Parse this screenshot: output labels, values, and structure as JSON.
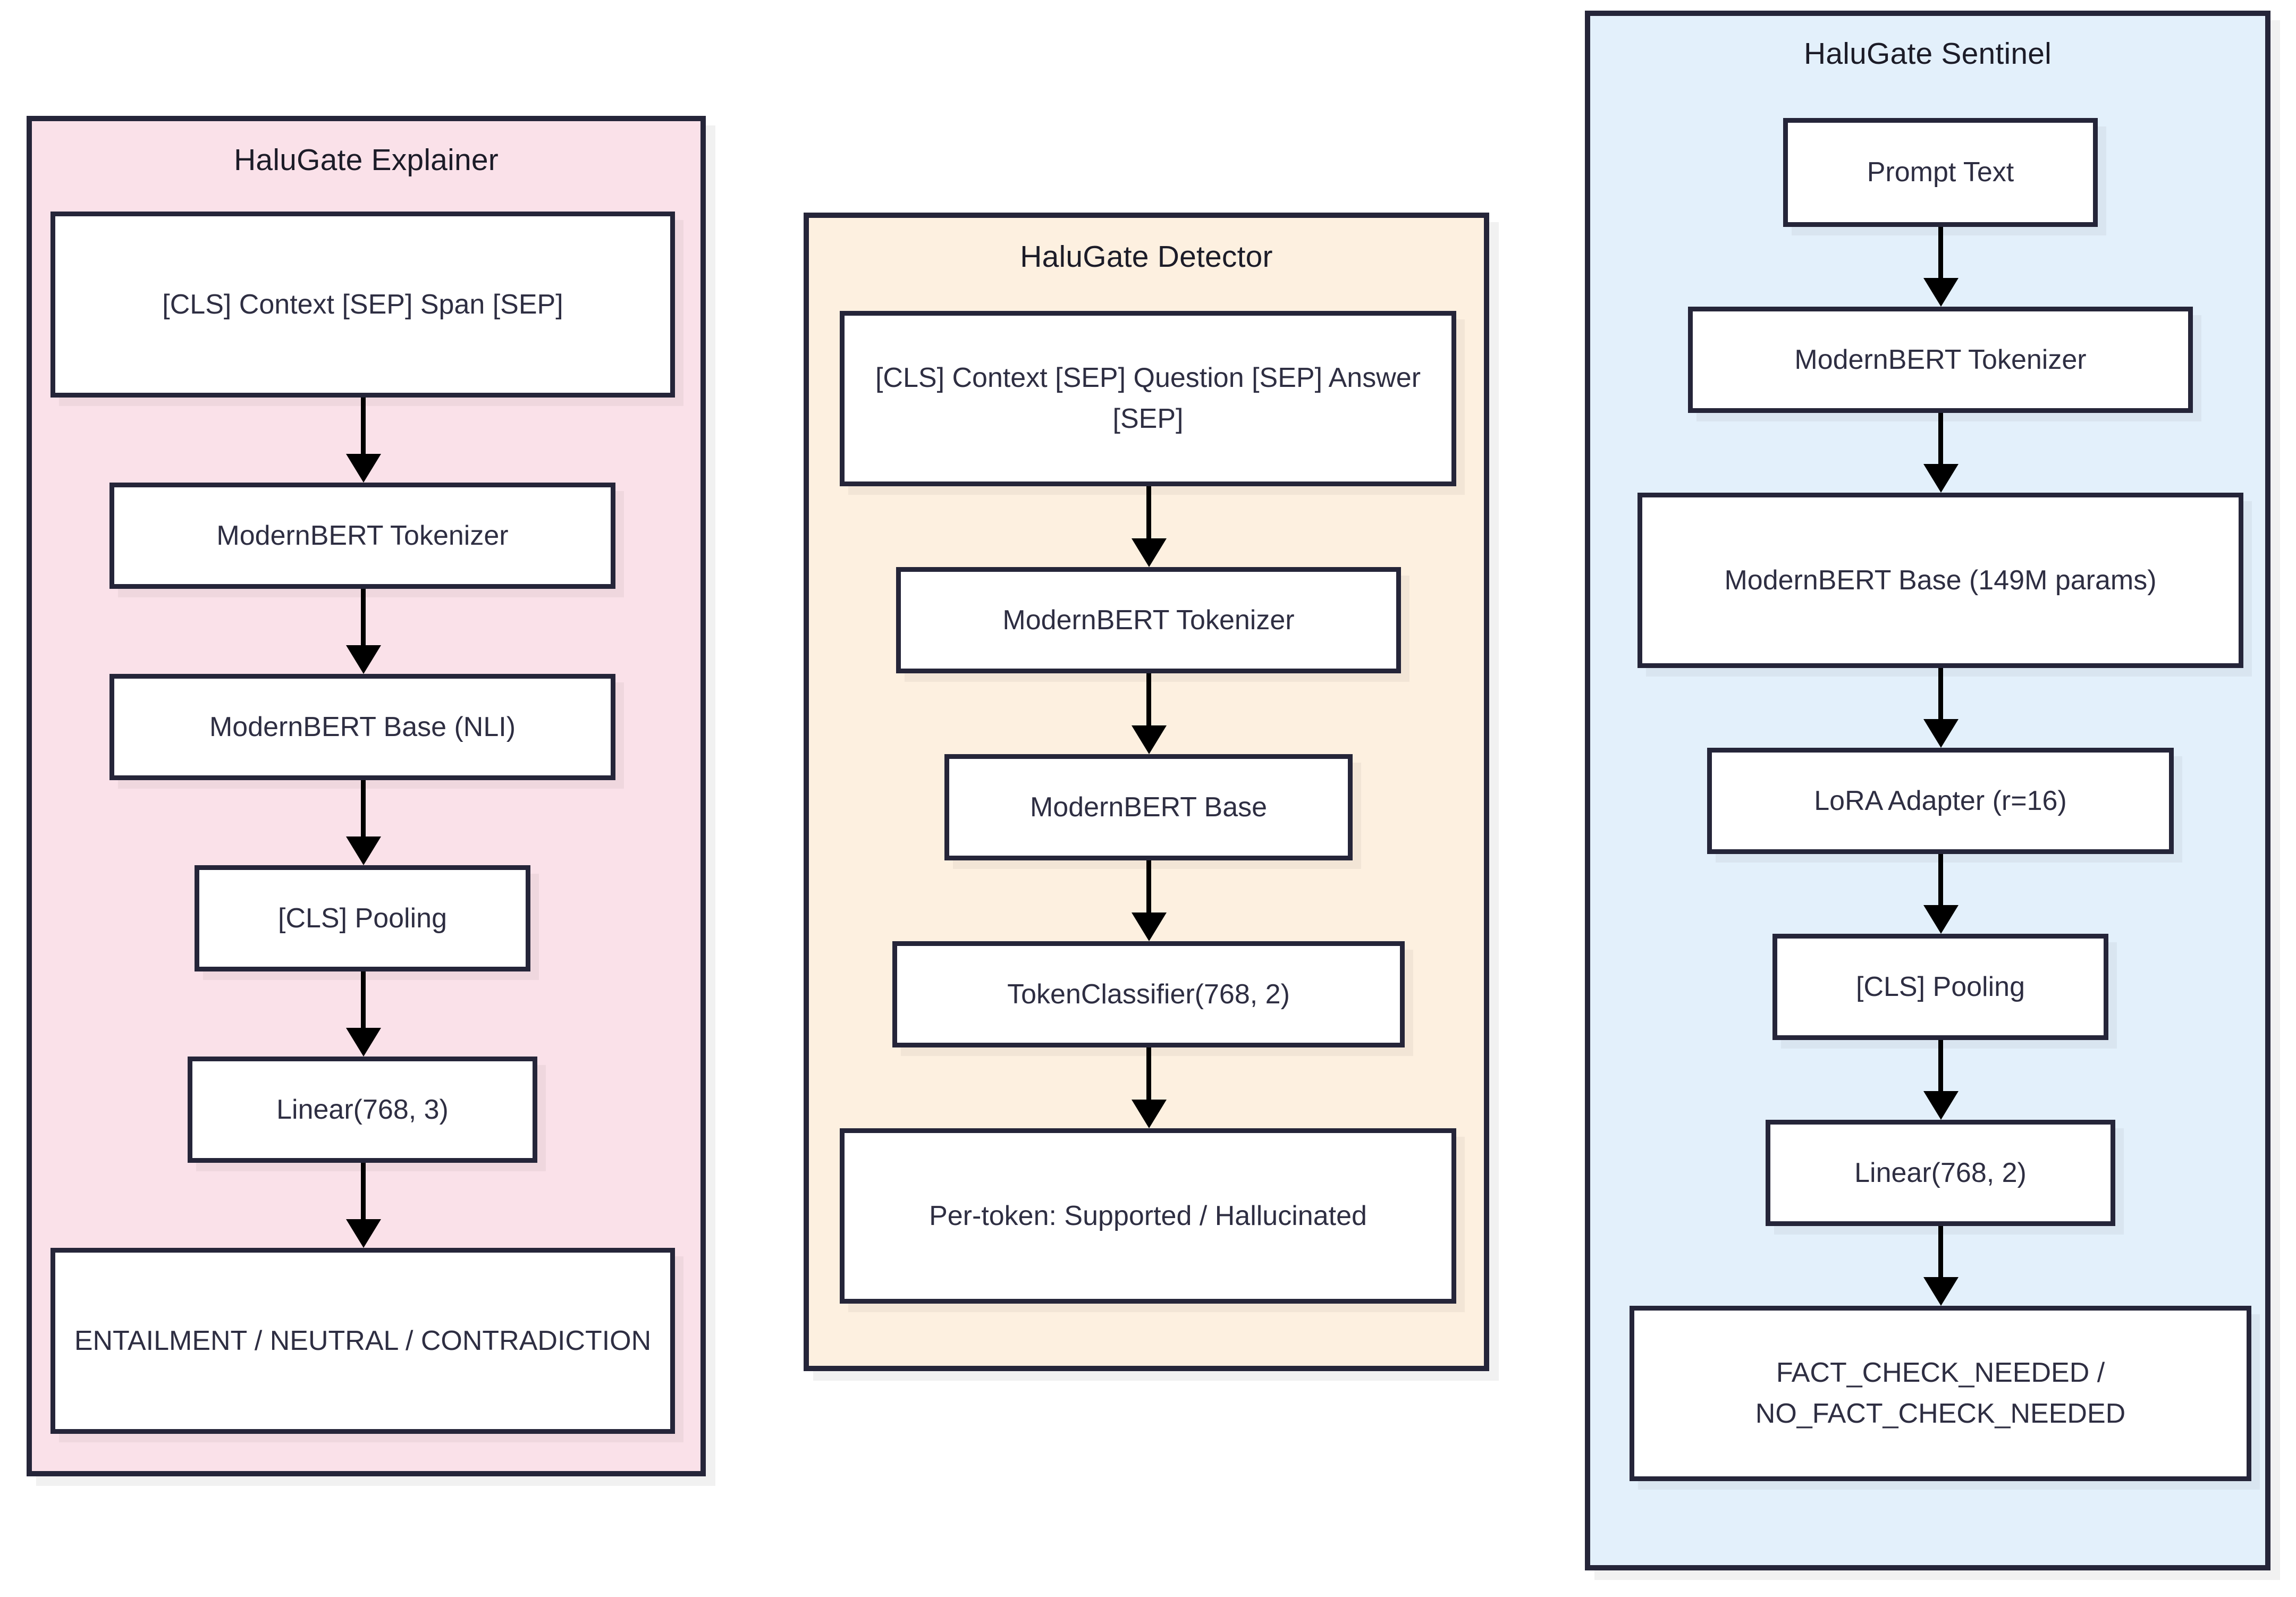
{
  "diagram": {
    "type": "flowchart",
    "orientation": "three parallel vertical pipelines",
    "background": "#ffffff",
    "node_border_color": "#252539",
    "node_fill_color": "#ffffff",
    "text_color": "#2e2e42",
    "arrow_color": "#000000"
  },
  "groups": [
    {
      "id": "explainer",
      "title": "HaluGate Explainer",
      "fill": "#fae1e9",
      "nodes": [
        {
          "id": "exp-input",
          "label": "[CLS] Context [SEP] Span [SEP]"
        },
        {
          "id": "exp-tokenizer",
          "label": "ModernBERT Tokenizer"
        },
        {
          "id": "exp-base",
          "label": "ModernBERT Base (NLI)"
        },
        {
          "id": "exp-pooling",
          "label": "[CLS] Pooling"
        },
        {
          "id": "exp-linear",
          "label": "Linear(768, 3)"
        },
        {
          "id": "exp-output",
          "label": "ENTAILMENT / NEUTRAL / CONTRADICTION"
        }
      ],
      "edges": [
        {
          "from": "exp-input",
          "to": "exp-tokenizer"
        },
        {
          "from": "exp-tokenizer",
          "to": "exp-base"
        },
        {
          "from": "exp-base",
          "to": "exp-pooling"
        },
        {
          "from": "exp-pooling",
          "to": "exp-linear"
        },
        {
          "from": "exp-linear",
          "to": "exp-output"
        }
      ]
    },
    {
      "id": "detector",
      "title": "HaluGate Detector",
      "fill": "#fdf0e0",
      "nodes": [
        {
          "id": "det-input",
          "label": "[CLS] Context [SEP] Question [SEP] Answer [SEP]"
        },
        {
          "id": "det-tokenizer",
          "label": "ModernBERT Tokenizer"
        },
        {
          "id": "det-base",
          "label": "ModernBERT Base"
        },
        {
          "id": "det-classifier",
          "label": "TokenClassifier(768, 2)"
        },
        {
          "id": "det-output",
          "label": "Per-token: Supported / Hallucinated"
        }
      ],
      "edges": [
        {
          "from": "det-input",
          "to": "det-tokenizer"
        },
        {
          "from": "det-tokenizer",
          "to": "det-base"
        },
        {
          "from": "det-base",
          "to": "det-classifier"
        },
        {
          "from": "det-classifier",
          "to": "det-output"
        }
      ]
    },
    {
      "id": "sentinel",
      "title": "HaluGate Sentinel",
      "fill": "#e3f0fb",
      "nodes": [
        {
          "id": "sen-prompt",
          "label": "Prompt Text"
        },
        {
          "id": "sen-tokenizer",
          "label": "ModernBERT Tokenizer"
        },
        {
          "id": "sen-base",
          "label": "ModernBERT Base (149M params)"
        },
        {
          "id": "sen-lora",
          "label": "LoRA Adapter (r=16)"
        },
        {
          "id": "sen-pooling",
          "label": "[CLS] Pooling"
        },
        {
          "id": "sen-linear",
          "label": "Linear(768, 2)"
        },
        {
          "id": "sen-output",
          "label": "FACT_CHECK_NEEDED / NO_FACT_CHECK_NEEDED"
        }
      ],
      "edges": [
        {
          "from": "sen-prompt",
          "to": "sen-tokenizer"
        },
        {
          "from": "sen-tokenizer",
          "to": "sen-base"
        },
        {
          "from": "sen-base",
          "to": "sen-lora"
        },
        {
          "from": "sen-lora",
          "to": "sen-pooling"
        },
        {
          "from": "sen-pooling",
          "to": "sen-linear"
        },
        {
          "from": "sen-linear",
          "to": "sen-output"
        }
      ]
    }
  ]
}
